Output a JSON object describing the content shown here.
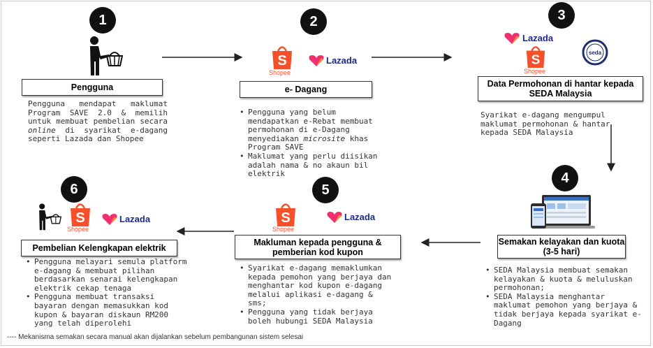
{
  "steps": [
    {
      "num": "1",
      "title": "Pengguna",
      "text_parts": [
        "Pengguna mendapat maklumat Program SAVE 2.0 & memilih untuk membuat pembelian secara ",
        "online",
        " di syarikat e-dagang seperti Lazada dan Shopee"
      ]
    },
    {
      "num": "2",
      "title": "e- Dagang",
      "bullets": [
        {
          "parts": [
            "Pengguna yang belum mendapatkan e-Rebat membuat permohonan di e-Dagang menyediakan ",
            "microsite",
            " khas Program SAVE"
          ]
        },
        {
          "parts": [
            "Maklumat yang perlu diisikan adalah nama & no akaun bil elektrik"
          ]
        }
      ]
    },
    {
      "num": "3",
      "title": "Data Permohonan  di hantar kepada SEDA Malaysia",
      "text": "Syarikat e-dagang mengumpul maklumat permohonan & hantar kepada SEDA Malaysia"
    },
    {
      "num": "4",
      "title": "Semakan kelayakan dan kuota (3-5 hari)",
      "bullets": [
        "SEDA Malaysia membuat semakan kelayakan  & kuota & meluluskan permohonan;",
        "SEDA Malaysia menghantar maklumat pemohon yang berjaya & tidak berjaya kepada syarikat e-Dagang"
      ]
    },
    {
      "num": "5",
      "title": "Makluman kepada pengguna & pemberian kod kupon",
      "bullets": [
        "Syarikat e-dagang memaklumkan kepada pemohon yang berjaya  dan menghantar kod kupon e-dagang melalui aplikasi e-dagang & sms;",
        "Pengguna yang tidak berjaya boleh hubungi SEDA Malaysia"
      ]
    },
    {
      "num": "6",
      "title": "Pembelian Kelengkapan elektrik",
      "bullets": [
        "Pengguna melayari semula platform e-dagang & membuat pilihan berdasarkan senarai kelengkapan elektrik cekap tenaga",
        "Pengguna membuat transaksi bayaran dengan memasukkan kod kupon & bayaran diskaun RM200 yang telah diperolehi"
      ]
    }
  ],
  "logos": {
    "shopee": "Shopee",
    "shopee_letter": "S",
    "lazada": "Lazada",
    "seda": "seda"
  },
  "footnote": "----    Mekanisma semakan secara manual akan dijalankan sebelum pembangunan sistem selesai",
  "colors": {
    "shopee": "#f5502a",
    "lazada_pink": "#f0306e",
    "lazada_orange": "#ff8a3d",
    "lazada_text": "#1c2a8b",
    "seda_navy": "#1a2f6b",
    "circle": "#111111"
  }
}
